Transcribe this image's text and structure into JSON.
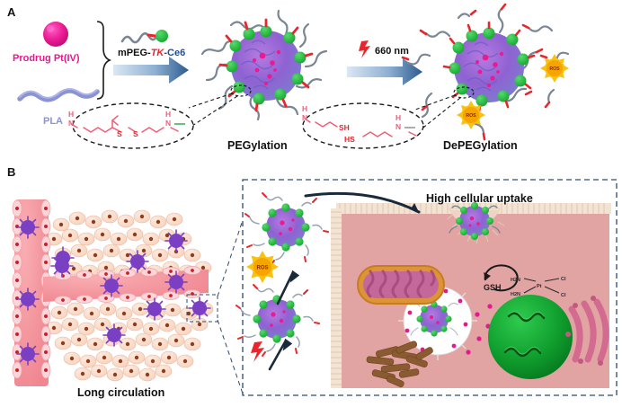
{
  "figure": {
    "panels": [
      {
        "letter": "A"
      },
      {
        "letter": "B"
      }
    ]
  },
  "panel_a": {
    "components": {
      "prodrug_label": "Prodrug Pt(IV)",
      "polymer_label": "PLA"
    },
    "arrow1": {
      "reagent_prefix": "mPEG-",
      "reagent_linker": "TK",
      "reagent_suffix": "-Ce6"
    },
    "arrow2": {
      "stimulus_label": "660 nm",
      "stimulus_icon": "lightning-bolt-icon"
    },
    "nanoparticle_left_label": "PEGylation",
    "nanoparticle_right_label": "DePEGylation",
    "linker_intact": {
      "left_nh": "H",
      "left_n": "N",
      "sulfur_1": "S",
      "sulfur_2": "S",
      "right_nh": "H",
      "right_n": "N"
    },
    "linker_cleaved": {
      "left_h": "H",
      "left_n": "N",
      "thiol_1": "SH",
      "thiol_2": "HS",
      "right_h": "H",
      "right_n": "N"
    },
    "ros_badges": [
      "ROS",
      "ROS"
    ]
  },
  "panel_b": {
    "circulation_label": "Long circulation",
    "uptake_label": "High cellular uptake",
    "ros_badge": "ROS",
    "gsh_label": "GSH",
    "cisplatin": {
      "amine_1": "H2N",
      "amine_2": "H2N",
      "metal": "Pt",
      "chloride_1": "Cl",
      "chloride_2": "Cl"
    }
  },
  "colors": {
    "prodrug_pink": "#e5198f",
    "pla_blue": "#8b93d6",
    "tk_red": "#e8262b",
    "ce6_blue": "#1b4f9c",
    "ce6_green": "#22b14c",
    "arrow_blue": "#2d5b8e",
    "ros_yellow": "#f9c211",
    "vessel_pink": "#f49098",
    "cell_cream": "#fadfd0",
    "np_purple": "#8c3fbf",
    "cytoplasm_pink": "#e0a0a0",
    "nucleus_green": "#129b2f",
    "mito_orange": "#d98a2b",
    "er_pink": "#d9708f",
    "dash_navy": "#2b4a6f"
  }
}
